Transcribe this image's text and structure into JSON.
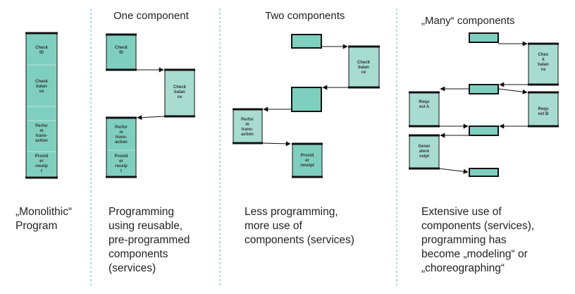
{
  "colors": {
    "box_fill": "#7fcfbf",
    "box_fill_light": "#a8dcd1",
    "box_border": "#111111",
    "divider": "#5bb8cc",
    "arrow": "#111111"
  },
  "headers": {
    "col2": "One component",
    "col3": "Two components",
    "col4": "„Many“ components"
  },
  "descriptions": {
    "col1": "„Monolithic“\nProgram",
    "col2": "Programming\nusing reusable,\npre-programmed\ncomponents\n(services)",
    "col3": "Less programming,\nmore use of\ncomponents (services)",
    "col4": "Extensive use of\ncomponents (services),\nprogramming has\nbecome „modeling“ or\n„choreographing“"
  },
  "boxes": {
    "mono_check_id": [
      "Check",
      "ID"
    ],
    "mono_check_balance": [
      "Check",
      "balan",
      "ce"
    ],
    "mono_perform": [
      "Perfor",
      "m",
      "trans-",
      "action"
    ],
    "mono_provide": [
      "Provid",
      "er",
      "receip",
      "t"
    ],
    "one_check_id": [
      "Check",
      "ID"
    ],
    "one_check_balance": [
      "Check",
      "balan",
      "ce"
    ],
    "one_perform": [
      "Perfor",
      "m",
      "trans-",
      "action"
    ],
    "one_provide": [
      "Provid",
      "er",
      "receip",
      "t"
    ],
    "two_check_balance": [
      "Check",
      "balan",
      "ce"
    ],
    "two_perform": [
      "Perfor",
      "m",
      "trans-",
      "action"
    ],
    "two_provide": [
      "Provid",
      "er",
      "receipt"
    ],
    "many_check_balance": [
      "Chec",
      "k",
      "balan",
      "ce"
    ],
    "many_request_a": [
      "Requ",
      "est A"
    ],
    "many_request_b": [
      "Requ",
      "est B"
    ],
    "many_generate_receipt": [
      "Gener",
      "atere",
      "ceipt"
    ]
  }
}
